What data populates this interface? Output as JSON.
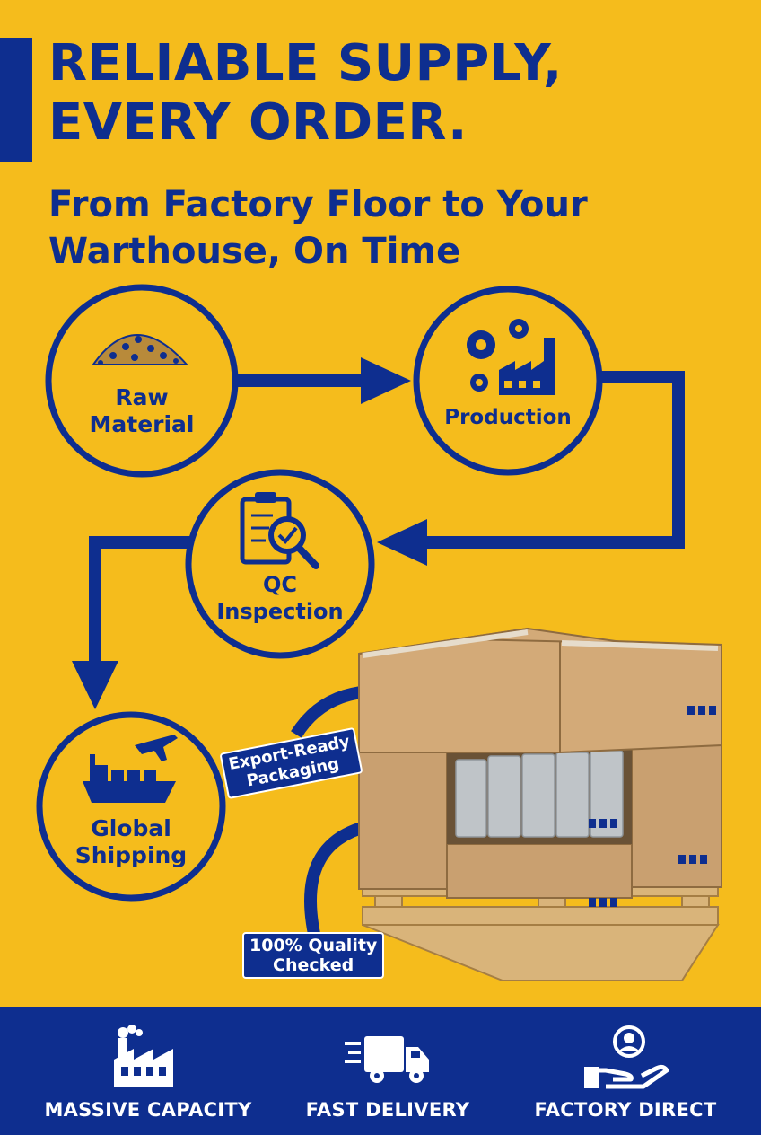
{
  "header": {
    "title_line1": "RELIABLE SUPPLY,",
    "title_line2": "EVERY ORDER.",
    "subtitle_line1": "From Factory Floor to Your",
    "subtitle_line2": "Warthouse, On Time"
  },
  "flow": {
    "steps": [
      {
        "line1": "Raw",
        "line2": "Material"
      },
      {
        "line1": "Production"
      },
      {
        "line1": "QC",
        "line2": "Inspection"
      },
      {
        "line1": "Global",
        "line2": "Shipping"
      }
    ],
    "callouts": [
      {
        "line1": "Export-Ready",
        "line2": "Packaging"
      },
      {
        "line1": "100% Quality",
        "line2": "Checked"
      }
    ]
  },
  "features": [
    {
      "label": "MASSIVE CAPACITY",
      "icon": "factory-icon"
    },
    {
      "label": "FAST DELIVERY",
      "icon": "delivery-truck-icon"
    },
    {
      "label": "FACTORY DIRECT",
      "icon": "hand-person-icon"
    }
  ],
  "colors": {
    "background": "#F5BC1C",
    "brand_blue": "#0E2E8F",
    "box_kraft": "#C9A070",
    "pallet_wood": "#D9B47A",
    "foil_bag": "#BFC4C8"
  }
}
